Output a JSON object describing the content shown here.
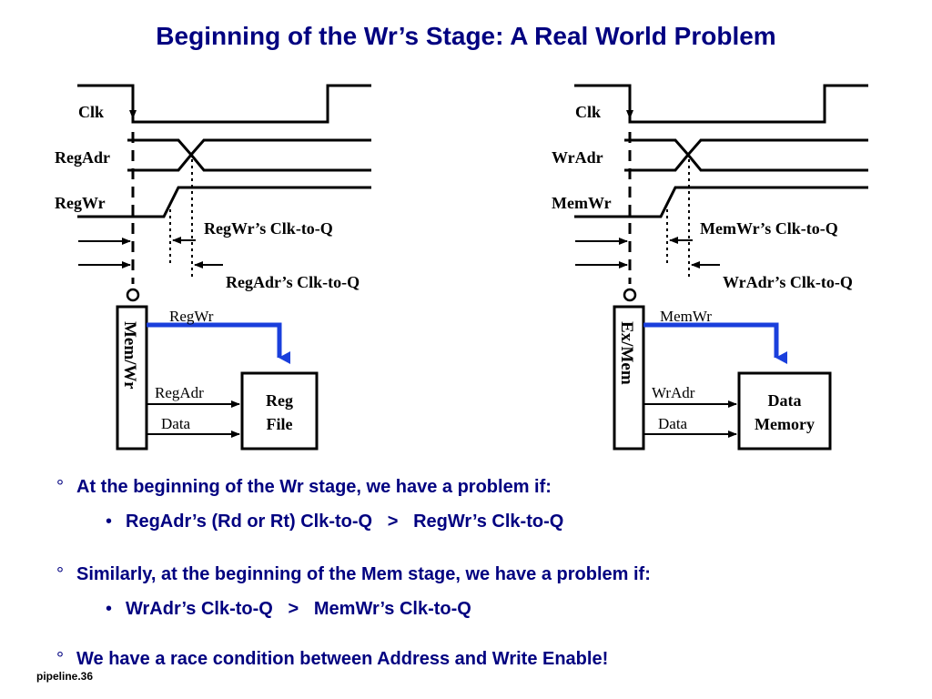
{
  "slide": {
    "title": "Beginning of the Wr’s Stage: A Real World Problem",
    "footer": "pipeline.36"
  },
  "left_diagram": {
    "signals": {
      "clk": "Clk",
      "addr": "RegAdr",
      "wr": "RegWr"
    },
    "timing_labels": {
      "wr_clk_to_q": "RegWr’s Clk-to-Q",
      "addr_clk_to_q": "RegAdr’s Clk-to-Q"
    },
    "register": "Mem/Wr",
    "wires": {
      "enable": "RegWr",
      "addr": "RegAdr",
      "data": "Data"
    },
    "block": {
      "line1": "Reg",
      "line2": "File"
    }
  },
  "right_diagram": {
    "signals": {
      "clk": "Clk",
      "addr": "WrAdr",
      "wr": "MemWr"
    },
    "timing_labels": {
      "wr_clk_to_q": "MemWr’s Clk-to-Q",
      "addr_clk_to_q": "WrAdr’s Clk-to-Q"
    },
    "register": "Ex/Mem",
    "wires": {
      "enable": "MemWr",
      "addr": "WrAdr",
      "data": "Data"
    },
    "block": {
      "line1": "Data",
      "line2": "Memory"
    }
  },
  "bullets": [
    {
      "mark": "°",
      "text": "At the beginning of the Wr stage, we have a problem if:",
      "sub": {
        "mark": "•",
        "text": "RegAdr’s (Rd or Rt) Clk-to-Q   >   RegWr’s Clk-to-Q"
      }
    },
    {
      "mark": "°",
      "text": "Similarly, at the beginning of the Mem stage, we have a problem if:",
      "sub": {
        "mark": "•",
        "text": "WrAdr’s Clk-to-Q   >   MemWr’s Clk-to-Q"
      }
    },
    {
      "mark": "°",
      "text": "We have a race condition between Address and Write Enable!"
    }
  ],
  "colors": {
    "title": "#000080",
    "bullet_text": "#000080",
    "enable_wire": "#1a3fdc"
  }
}
